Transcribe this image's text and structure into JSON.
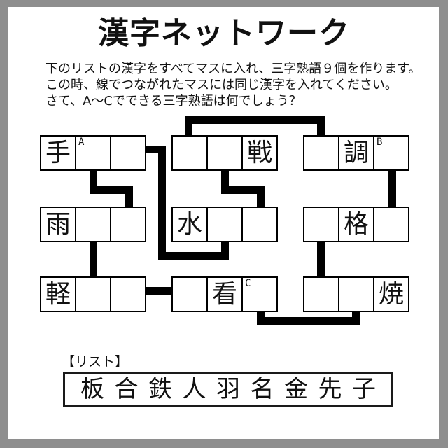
{
  "colors": {
    "frame": "#8e8e8e",
    "page": "#ffffff",
    "line": "#000000",
    "text": "#111111"
  },
  "title": "漢字ネットワーク",
  "instructions": {
    "lines": [
      "下のリストの漢字をすべてマスに入れ、三字熟語９個を作ります。",
      "この時、線でつながれたマスには同じ漢字を入れてください。",
      "さて、A〜Cでできる三字熟語は何でしょう？"
    ]
  },
  "puzzle": {
    "blocks": [
      {
        "name": "top-left",
        "cells": [
          {
            "char": "手",
            "given": true
          },
          {
            "char": "",
            "label": "A"
          },
          {
            "char": ""
          }
        ]
      },
      {
        "name": "top-middle",
        "cells": [
          {
            "char": ""
          },
          {
            "char": ""
          },
          {
            "char": "戦",
            "given": true
          }
        ]
      },
      {
        "name": "top-right",
        "cells": [
          {
            "char": ""
          },
          {
            "char": "調",
            "given": true
          },
          {
            "char": "",
            "label": "B"
          }
        ]
      },
      {
        "name": "middle-left",
        "cells": [
          {
            "char": "雨",
            "given": true
          },
          {
            "char": ""
          },
          {
            "char": ""
          }
        ]
      },
      {
        "name": "middle-middle",
        "cells": [
          {
            "char": "水",
            "given": true
          },
          {
            "char": ""
          },
          {
            "char": ""
          }
        ]
      },
      {
        "name": "middle-right",
        "cells": [
          {
            "char": ""
          },
          {
            "char": "格",
            "given": true
          },
          {
            "char": ""
          }
        ]
      },
      {
        "name": "bottom-left",
        "cells": [
          {
            "char": "軽",
            "given": true
          },
          {
            "char": ""
          },
          {
            "char": ""
          }
        ]
      },
      {
        "name": "bottom-middle",
        "cells": [
          {
            "char": ""
          },
          {
            "char": "看",
            "given": true
          },
          {
            "char": "",
            "label": "C"
          }
        ]
      },
      {
        "name": "bottom-right",
        "cells": [
          {
            "char": ""
          },
          {
            "char": ""
          },
          {
            "char": "焼",
            "given": true
          }
        ]
      }
    ],
    "connections": [
      {
        "from": "top-middle cell 1 (top edge)",
        "to": "top-right cell 1 (top edge)"
      },
      {
        "from": "top-left cell 3 (right edge)",
        "to": "middle-middle cell 2 (bottom edge)"
      },
      {
        "from": "top-left cell 2 (bottom edge)",
        "to": "middle-left cell 3 (top edge)"
      },
      {
        "from": "top-middle cell 2 (bottom edge)",
        "to": "middle-middle cell 3 (top edge)"
      },
      {
        "from": "top-right cell 3 (bottom edge)",
        "to": "middle-right cell 3 (top edge)"
      },
      {
        "from": "middle-left cell 2 (bottom edge)",
        "to": "bottom-left cell 2 (top edge)"
      },
      {
        "from": "middle-right cell 1 (bottom edge)",
        "to": "bottom-right cell 1 (top edge)"
      },
      {
        "from": "bottom-left cell 3 (right edge)",
        "to": "bottom-middle cell 1 (left edge)"
      },
      {
        "from": "bottom-middle cell 3 (bottom edge)",
        "to": "bottom-right cell 2 (bottom edge)"
      }
    ]
  },
  "list": {
    "heading": "【リスト】",
    "kanji": [
      "板",
      "合",
      "鉄",
      "人",
      "羽",
      "名",
      "金",
      "先",
      "子"
    ]
  }
}
